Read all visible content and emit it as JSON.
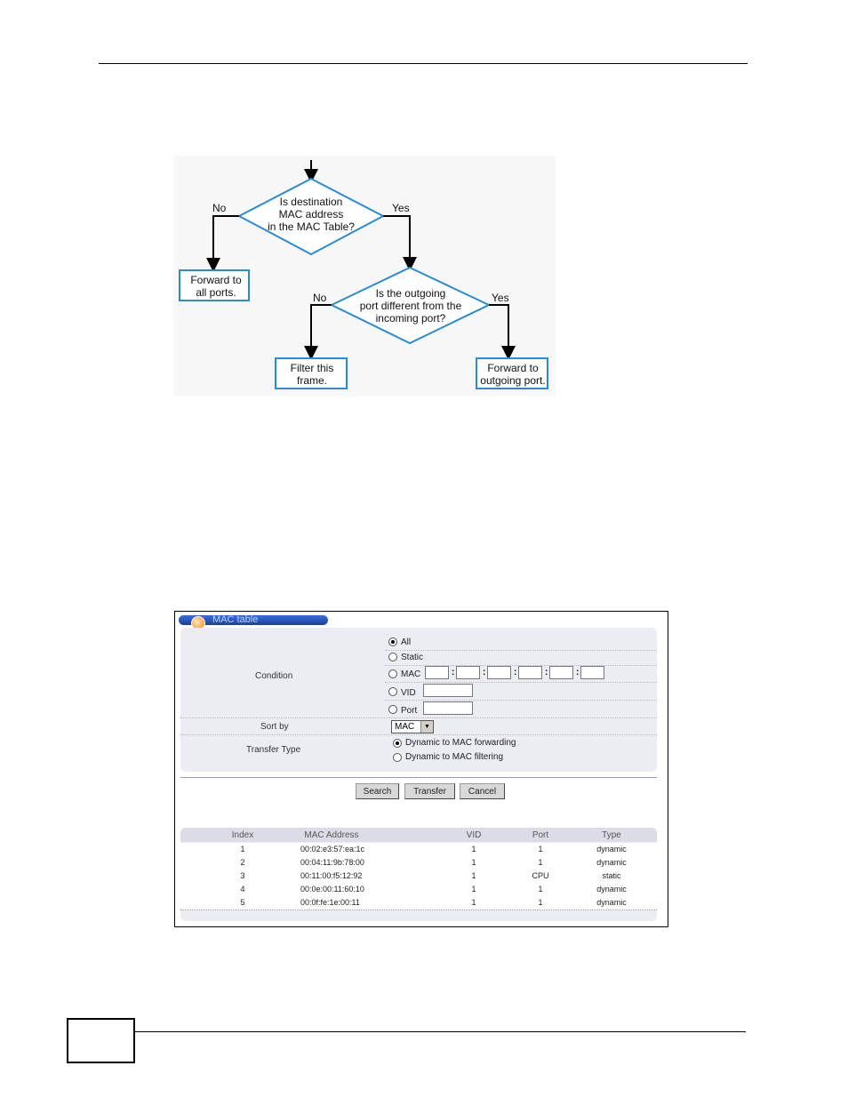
{
  "flowchart": {
    "q1": "Is destination\nMAC address\nin the MAC Table?",
    "q1_no": "No",
    "q1_yes": "Yes",
    "box_all": "Forward to\nall ports.",
    "q2": "Is the outgoing\nport different from the\nincoming port?",
    "q2_no": "No",
    "q2_yes": "Yes",
    "box_filter": "Filter this\nframe.",
    "box_forward": "Forward to\noutgoing port."
  },
  "mac_table": {
    "title": "MAC table",
    "condition_label": "Condition",
    "options": {
      "all": "All",
      "static": "Static",
      "mac": "MAC",
      "vid": "VID",
      "port": "Port"
    },
    "selected_condition": "All",
    "sort_by_label": "Sort by",
    "sort_by_value": "MAC",
    "transfer_type_label": "Transfer Type",
    "transfer_forwarding": "Dynamic to MAC forwarding",
    "transfer_filtering": "Dynamic to MAC filtering",
    "selected_transfer": "Dynamic to MAC forwarding",
    "buttons": {
      "search": "Search",
      "transfer": "Transfer",
      "cancel": "Cancel"
    },
    "columns": [
      "Index",
      "MAC Address",
      "VID",
      "Port",
      "Type"
    ],
    "rows": [
      [
        "1",
        "00:02:e3:57:ea:1c",
        "1",
        "1",
        "dynamic"
      ],
      [
        "2",
        "00:04:11:9b:78:00",
        "1",
        "1",
        "dynamic"
      ],
      [
        "3",
        "00:11:00:f5:12:92",
        "1",
        "CPU",
        "static"
      ],
      [
        "4",
        "00:0e:00:11:60:10",
        "1",
        "1",
        "dynamic"
      ],
      [
        "5",
        "00:0f:fe:1e:00:11",
        "1",
        "1",
        "dynamic"
      ]
    ]
  }
}
